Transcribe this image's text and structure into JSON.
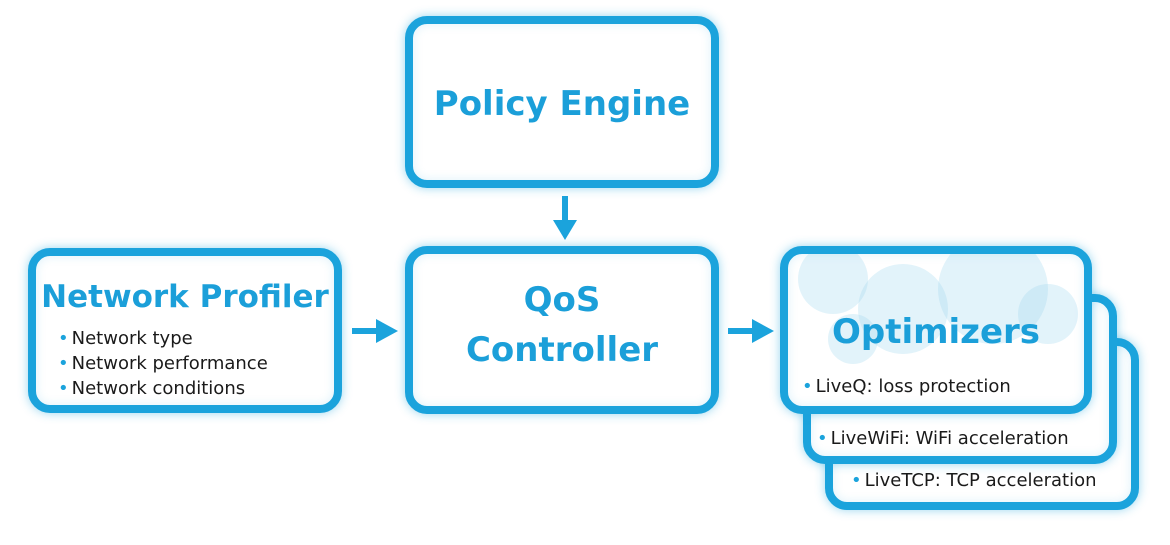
{
  "colors": {
    "accent": "#1ba3dc",
    "text": "#1a1a1a"
  },
  "policy_engine": {
    "title": "Policy Engine"
  },
  "network_profiler": {
    "title": "Network Profiler",
    "items": [
      "Network type",
      "Network performance",
      "Network conditions"
    ]
  },
  "qos_controller": {
    "title_line1": "QoS",
    "title_line2": "Controller"
  },
  "optimizers": {
    "title": "Optimizers",
    "items": [
      "LiveQ: loss protection",
      "LiveWiFi: WiFi acceleration",
      "LiveTCP: TCP acceleration"
    ]
  },
  "bullet_glyph": "•"
}
